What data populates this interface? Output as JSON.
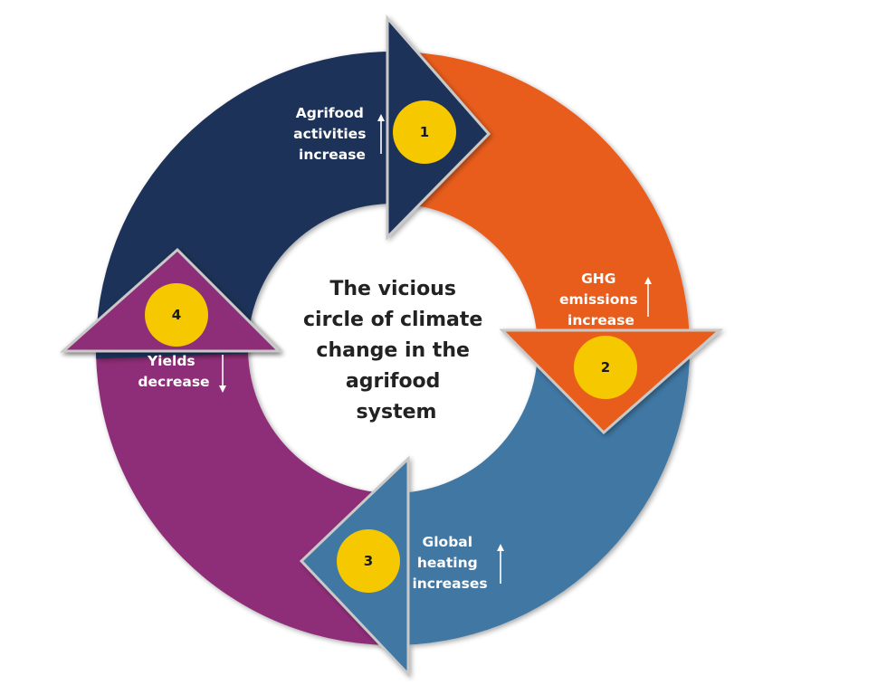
{
  "title_lines": [
    "The vicious",
    "circle of climate",
    "change in the",
    "agrifood",
    "system"
  ],
  "steps": [
    {
      "number": "1",
      "label_lines": [
        "Agrifood",
        "activities",
        "increase"
      ],
      "trend": "up",
      "color": "#1e3158",
      "icon": "arrow-up-icon"
    },
    {
      "number": "2",
      "label_lines": [
        "GHG",
        "emissions",
        "increase"
      ],
      "trend": "up",
      "color": "#e85d1c",
      "icon": "arrow-up-icon"
    },
    {
      "number": "3",
      "label_lines": [
        "Global",
        "heating",
        "increases"
      ],
      "trend": "up",
      "color": "#4177a3",
      "icon": "arrow-up-icon"
    },
    {
      "number": "4",
      "label_lines": [
        "Yields",
        "decrease"
      ],
      "trend": "down",
      "color": "#8f2f78",
      "icon": "arrow-down-icon"
    }
  ],
  "badge_color": "#f5c800",
  "head_outline_color": "#c9c9c9"
}
